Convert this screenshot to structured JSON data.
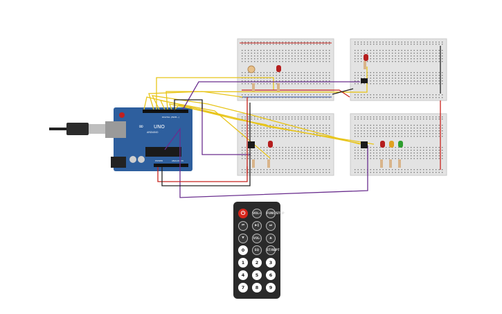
{
  "arduino": {
    "brand": "ARDUINO",
    "model": "UNO",
    "logo": "∞",
    "digital_label": "DIGITAL (PWM~)",
    "analog_label": "ANALOG IN",
    "power_label": "POWER"
  },
  "remote": {
    "row1": [
      "⏻",
      "VOL+",
      "FUNC/STOP"
    ],
    "row2": [
      "⏮",
      "▶‖",
      "⏭"
    ],
    "row3": [
      "▼",
      "VOL-",
      "▲"
    ],
    "row4": [
      "0",
      "EQ",
      "ST/REPT"
    ],
    "row5": [
      "1",
      "2",
      "3"
    ],
    "row6": [
      "4",
      "5",
      "6"
    ],
    "row7": [
      "7",
      "8",
      "9"
    ]
  },
  "colors": {
    "board": "#2e5f9e",
    "breadboard": "#e3e3e3",
    "wire_yellow": "#e8c51a",
    "wire_purple": "#6a2e8e",
    "wire_red": "#c8231d",
    "wire_black": "#222222",
    "led_red": "#b51e1e",
    "led_yellow": "#e0a020",
    "led_green": "#2e9e2e"
  }
}
